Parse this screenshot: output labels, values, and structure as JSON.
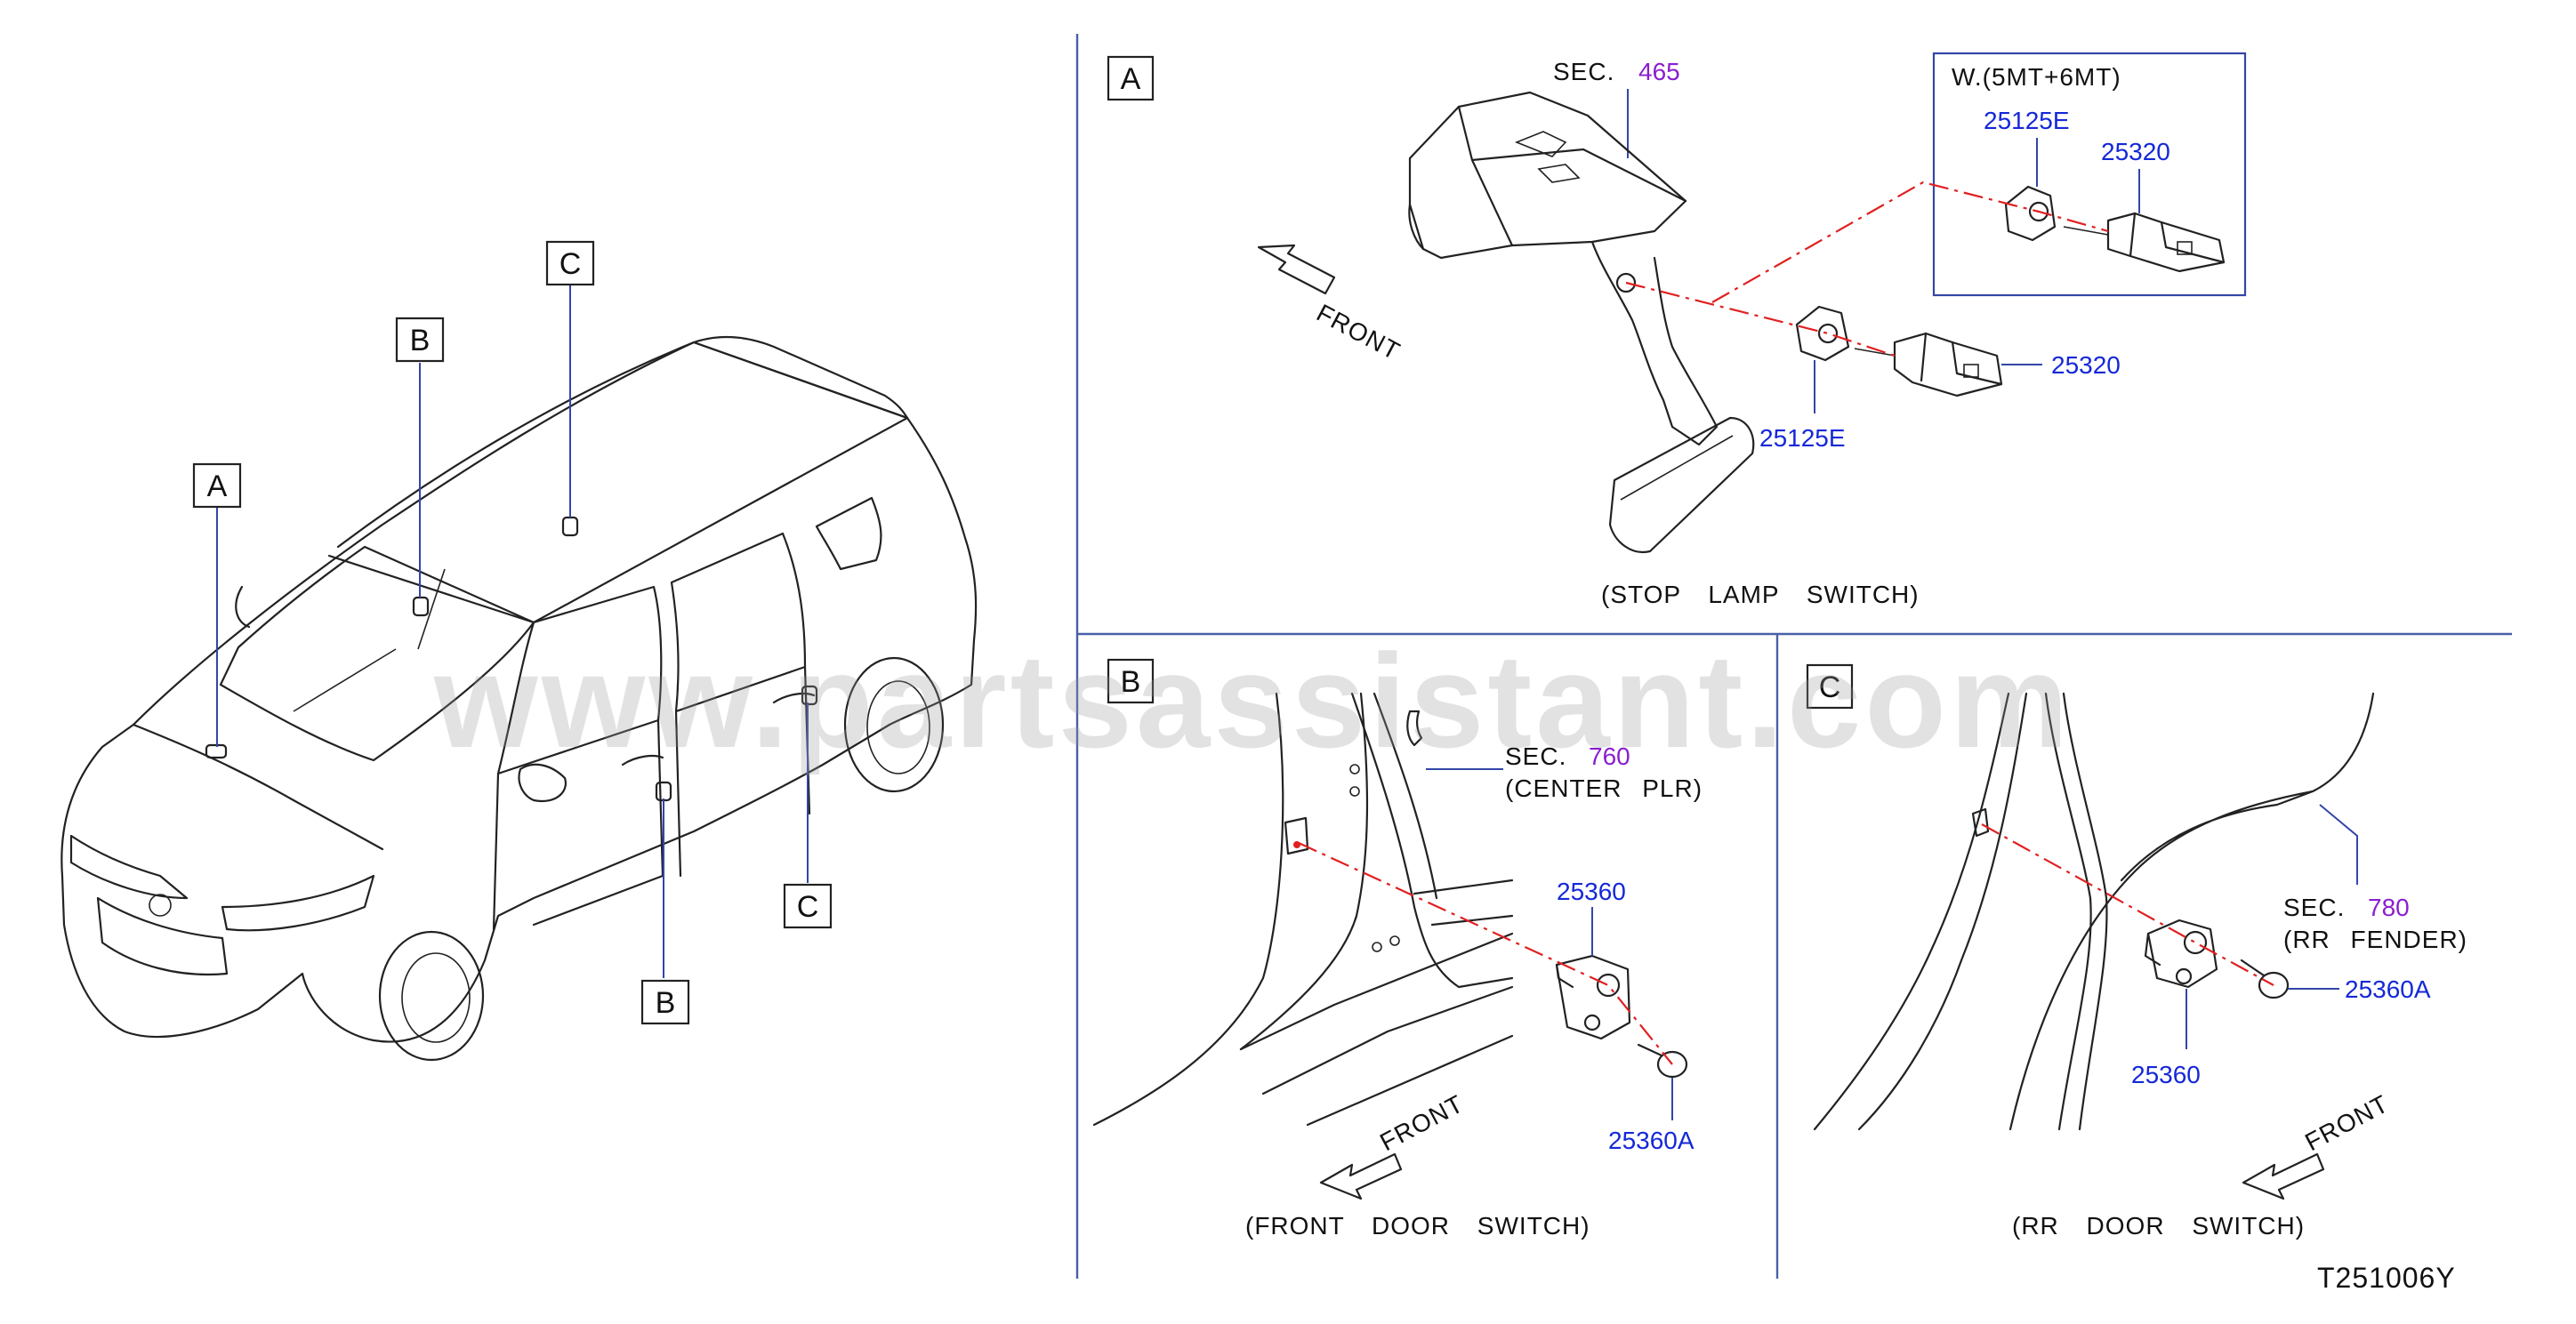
{
  "watermark": "www.partsassistant.com",
  "diagram_code": "T251006Y",
  "overview": {
    "callouts": {
      "a": "A",
      "b": "B",
      "c": "C",
      "b2": "B",
      "c2": "C"
    }
  },
  "panel_a": {
    "letter": "A",
    "sec_prefix": "SEC.",
    "sec_number": "465",
    "front_label": "FRONT",
    "variant_label": "W.(5MT+6MT)",
    "parts": {
      "bushing_variant": "25125E",
      "switch_variant": "25320",
      "switch_main": "25320",
      "bushing_main": "25125E"
    },
    "caption": "(STOP LAMP SWITCH)"
  },
  "panel_b": {
    "letter": "B",
    "sec_prefix": "SEC.",
    "sec_number": "760",
    "sec_desc": "(CENTER PLR)",
    "parts": {
      "switch": "25360",
      "screw": "25360A"
    },
    "front_label": "FRONT",
    "caption": "(FRONT DOOR SWITCH)"
  },
  "panel_c": {
    "letter": "C",
    "sec_prefix": "SEC.",
    "sec_number": "780",
    "sec_desc": "(RR FENDER)",
    "parts": {
      "screw": "25360A",
      "switch": "25360"
    },
    "front_label": "FRONT",
    "caption": "(RR DOOR SWITCH)"
  },
  "colors": {
    "part_number": "#1428d8",
    "section_number": "#8a1ed0",
    "divider": "#4a5fa8",
    "leader": "#3346a8",
    "centerline": "#e02020"
  }
}
